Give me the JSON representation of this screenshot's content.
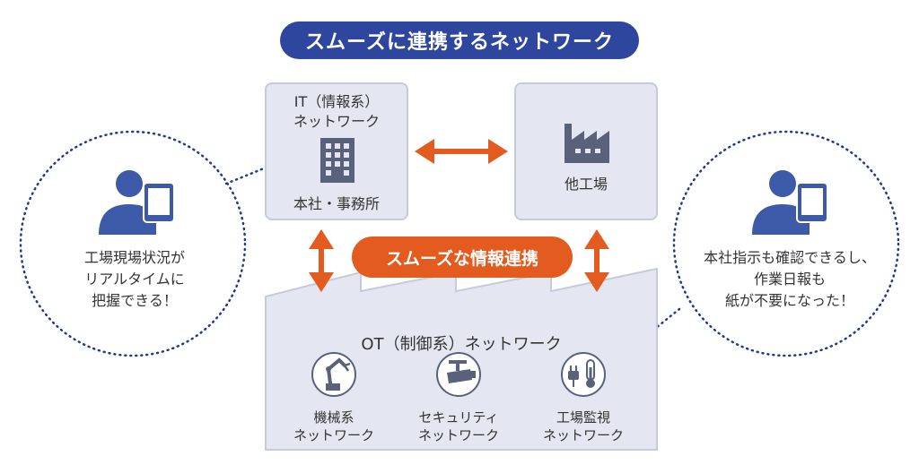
{
  "title": "スムーズに連携するネットワーク",
  "it_box": {
    "line1": "IT（情報系）",
    "line2": "ネットワーク",
    "caption": "本社・事務所"
  },
  "factory_box": {
    "caption": "他工場"
  },
  "center_label": "スムーズな情報連携",
  "ot_network": {
    "title": "OT（制御系）ネットワーク",
    "items": [
      {
        "line1": "機械系",
        "line2": "ネットワーク",
        "icon": "robot-arm-icon"
      },
      {
        "line1": "セキュリティ",
        "line2": "ネットワーク",
        "icon": "security-camera-icon"
      },
      {
        "line1": "工場監視",
        "line2": "ネットワーク",
        "icon": "thermometer-plug-icon"
      }
    ]
  },
  "left_bubble": {
    "lines": [
      "工場現場状況が",
      "リアルタイムに",
      "把握できる！"
    ]
  },
  "right_bubble": {
    "lines": [
      "本社指示も確認できるし、",
      "作業日報も",
      "紙が不要になった！"
    ]
  },
  "colors": {
    "navy": "#2f469e",
    "orange": "#e35b1e",
    "box_fill": "#e4e7f1",
    "person": "#3d5aa8",
    "dots": "#1f3a8a"
  }
}
